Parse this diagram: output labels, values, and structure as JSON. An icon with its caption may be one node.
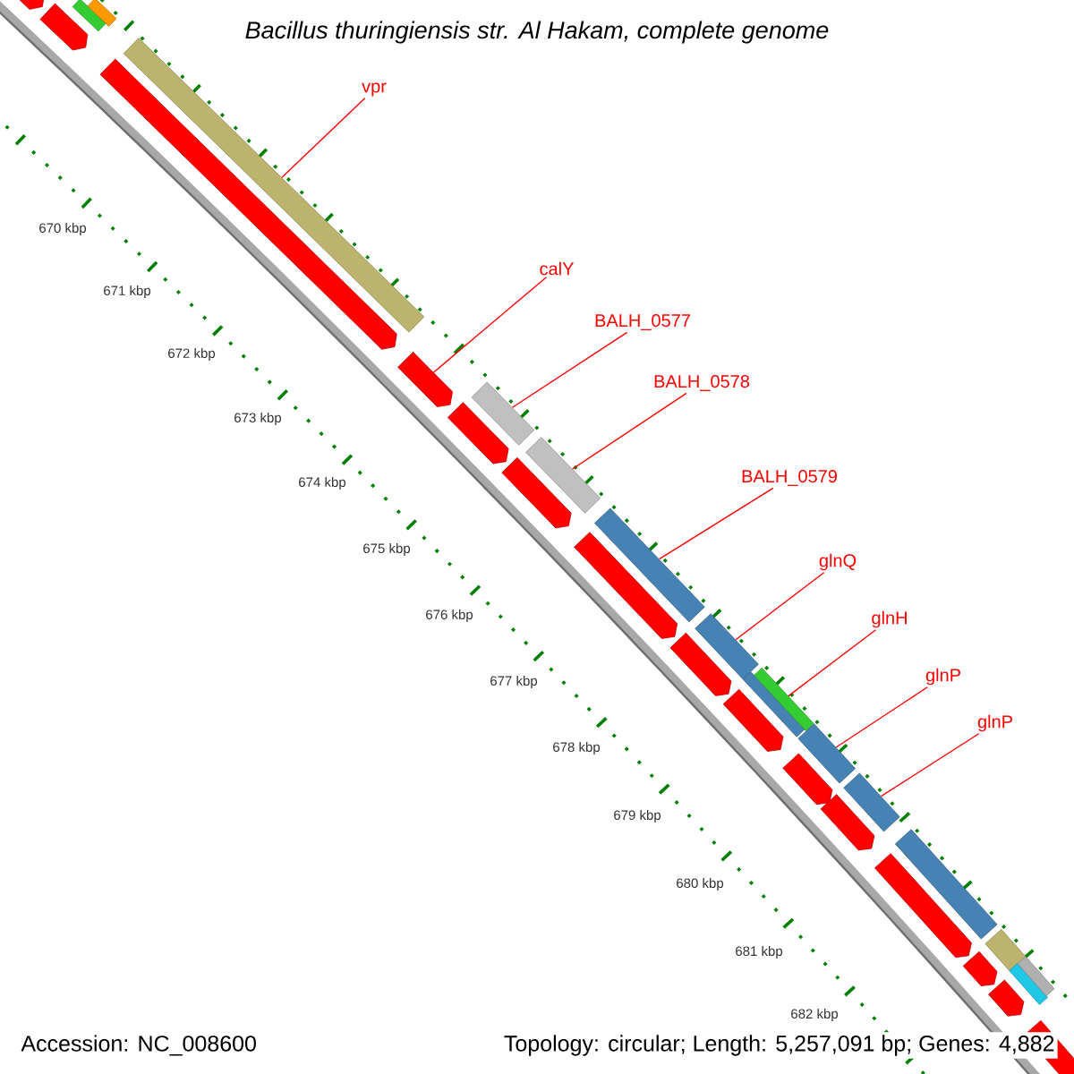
{
  "diagram": {
    "title": "Bacillus thuringiensis str. Al Hakam, complete genome",
    "nodes": [
      {
        "text": [
          "vpr"
        ]
      },
      {
        "text": [
          "calY"
        ]
      },
      {
        "text": [
          "BALH_0577"
        ]
      },
      {
        "text": [
          "BALH_0578"
        ]
      },
      {
        "text": [
          "BALH_0579"
        ]
      },
      {
        "text": [
          "glnQ"
        ]
      },
      {
        "text": [
          "glnH"
        ]
      },
      {
        "text": [
          "glnP"
        ]
      },
      {
        "text": [
          "glnP"
        ]
      },
      {
        "text": [],
        "shape": "bar"
      },
      {
        "text": [],
        "shape": "bar"
      },
      {
        "text": [],
        "shape": "pentagon"
      },
      {
        "text": [],
        "shape": "pentagon"
      },
      {
        "text": [],
        "shape": "bar"
      },
      {
        "text": [],
        "shape": "pentagon"
      },
      {
        "text": [],
        "shape": "pentagon"
      },
      {
        "text": [],
        "shape": "bar"
      },
      {
        "text": [],
        "shape": "pentagon"
      },
      {
        "text": [],
        "shape": "bar"
      },
      {
        "text": [],
        "shape": "pentagon"
      },
      {
        "text": [],
        "shape": "bar"
      },
      {
        "text": [],
        "shape": "pentagon"
      },
      {
        "text": [],
        "shape": "bar"
      },
      {
        "text": [],
        "shape": "pentagon"
      },
      {
        "text": [],
        "shape": "bar"
      },
      {
        "text": [],
        "shape": "bar"
      },
      {
        "text": [],
        "shape": "pentagon"
      },
      {
        "text": [],
        "shape": "bar"
      },
      {
        "text": [],
        "shape": "pentagon"
      },
      {
        "text": [],
        "shape": "bar"
      },
      {
        "text": [],
        "shape": "pentagon"
      },
      {
        "text": [],
        "shape": "bar"
      },
      {
        "text": [],
        "shape": "pentagon"
      },
      {
        "text": [],
        "shape": "bar"
      },
      {
        "text": [],
        "shape": "pentagon"
      },
      {
        "text": [],
        "shape": "bar"
      },
      {
        "text": [],
        "shape": "bar"
      },
      {
        "text": [],
        "shape": "pentagon"
      },
      {
        "text": [],
        "shape": "pentagon"
      }
    ],
    "edges": [
      {
        "from": 0,
        "to": 13,
        "arrow": "none"
      },
      {
        "from": 1,
        "to": 15,
        "arrow": "none"
      },
      {
        "from": 2,
        "to": 16,
        "arrow": "none"
      },
      {
        "from": 3,
        "to": 18,
        "arrow": "none"
      },
      {
        "from": 4,
        "to": 20,
        "arrow": "none"
      },
      {
        "from": 5,
        "to": 22,
        "arrow": "none"
      },
      {
        "from": 6,
        "to": 25,
        "arrow": "none"
      },
      {
        "from": 7,
        "to": 27,
        "arrow": "none"
      },
      {
        "from": 8,
        "to": 29,
        "arrow": "none"
      }
    ],
    "labels": [
      "670 kbp",
      "671 kbp",
      "672 kbp",
      "673 kbp",
      "674 kbp",
      "675 kbp",
      "676 kbp",
      "677 kbp",
      "678 kbp",
      "679 kbp",
      "680 kbp",
      "681 kbp",
      "682 kbp",
      "Accession: NC_008600",
      "Topology: circular; Length: 5,257,091 bp; Genes: 4,882"
    ]
  }
}
